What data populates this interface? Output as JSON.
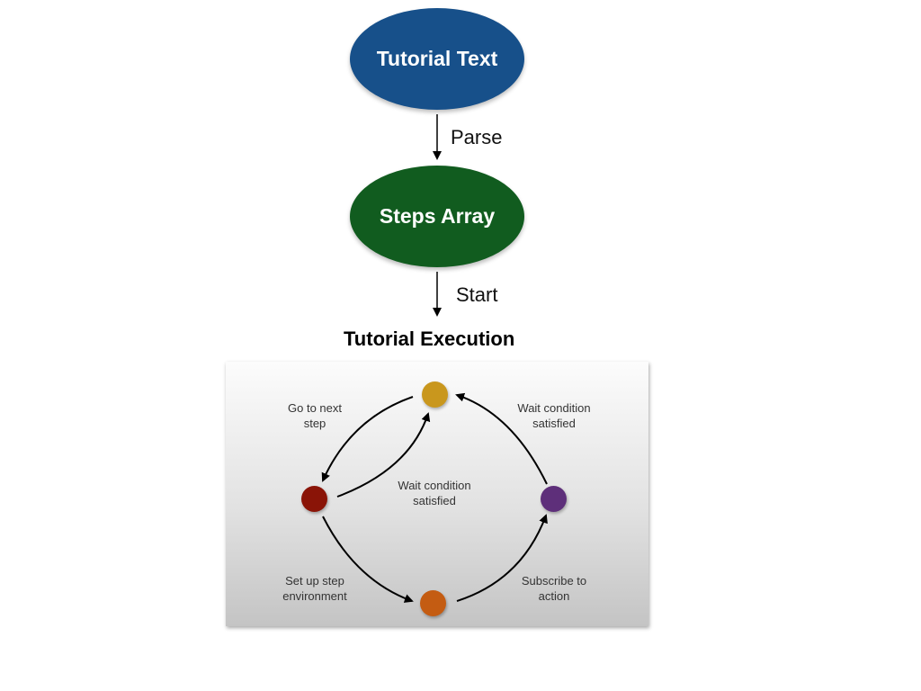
{
  "nodes": {
    "tutorial_text": {
      "label": "Tutorial Text",
      "color": "#17508a"
    },
    "steps_array": {
      "label": "Steps Array",
      "color": "#115c1f"
    }
  },
  "edges": {
    "parse": "Parse",
    "start": "Start"
  },
  "execution": {
    "title": "Tutorial Execution",
    "states": {
      "top": {
        "color": "#c9971d"
      },
      "left": {
        "color": "#8a1407"
      },
      "right": {
        "color": "#5e2f7a"
      },
      "bottom": {
        "color": "#c45c12"
      }
    },
    "labels": {
      "go_to_next_step_1": "Go to next",
      "go_to_next_step_2": "step",
      "wait_center_1": "Wait condition",
      "wait_center_2": "satisfied",
      "wait_right_1": "Wait condition",
      "wait_right_2": "satisfied",
      "setup_1": "Set up step",
      "setup_2": "environment",
      "subscribe_1": "Subscribe to",
      "subscribe_2": "action"
    }
  }
}
